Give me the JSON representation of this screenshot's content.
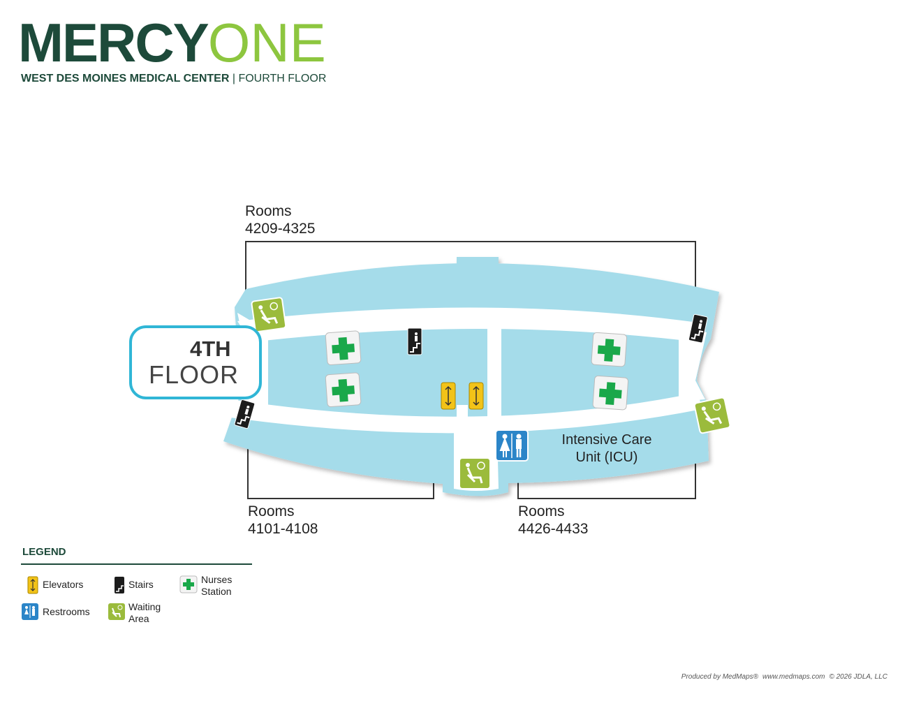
{
  "header": {
    "logo_mercy": "MERCY",
    "logo_one": "ONE",
    "facility": "WEST DES MOINES MEDICAL CENTER",
    "separator": " | ",
    "floor": "FOURTH FLOOR"
  },
  "floor_badge": {
    "number": "4TH",
    "word": "FLOOR"
  },
  "areas": {
    "rooms_top_line1": "Rooms",
    "rooms_top_line2": "4209-4325",
    "rooms_bl_line1": "Rooms",
    "rooms_bl_line2": "4101-4108",
    "rooms_br_line1": "Rooms",
    "rooms_br_line2": "4426-4433",
    "icu_line1": "Intensive Care",
    "icu_line2": "Unit (ICU)"
  },
  "legend": {
    "title": "LEGEND",
    "elevators": "Elevators",
    "stairs": "Stairs",
    "nurses_line1": "Nurses",
    "nurses_line2": "Station",
    "restrooms": "Restrooms",
    "waiting_line1": "Waiting",
    "waiting_line2": "Area"
  },
  "icons": {
    "elevator": "elevator-icon",
    "stairs": "stairs-icon",
    "nurses_station": "nurses-station-icon",
    "restroom": "restroom-icon",
    "waiting_area": "waiting-area-icon"
  },
  "colors": {
    "brand_dark_green": "#1d4a3a",
    "brand_light_green": "#8dc63f",
    "floor_blue": "#a5dcea",
    "badge_blue": "#30b6d6",
    "elevator_yellow": "#f2c318",
    "nurse_green": "#1aa84a",
    "restroom_blue": "#2b85c8",
    "waiting_green": "#9bbb3c"
  },
  "footer": {
    "produced": "Produced by MedMaps®",
    "site": "www.medmaps.com",
    "copyright": "© 2026 JDLA, LLC"
  }
}
